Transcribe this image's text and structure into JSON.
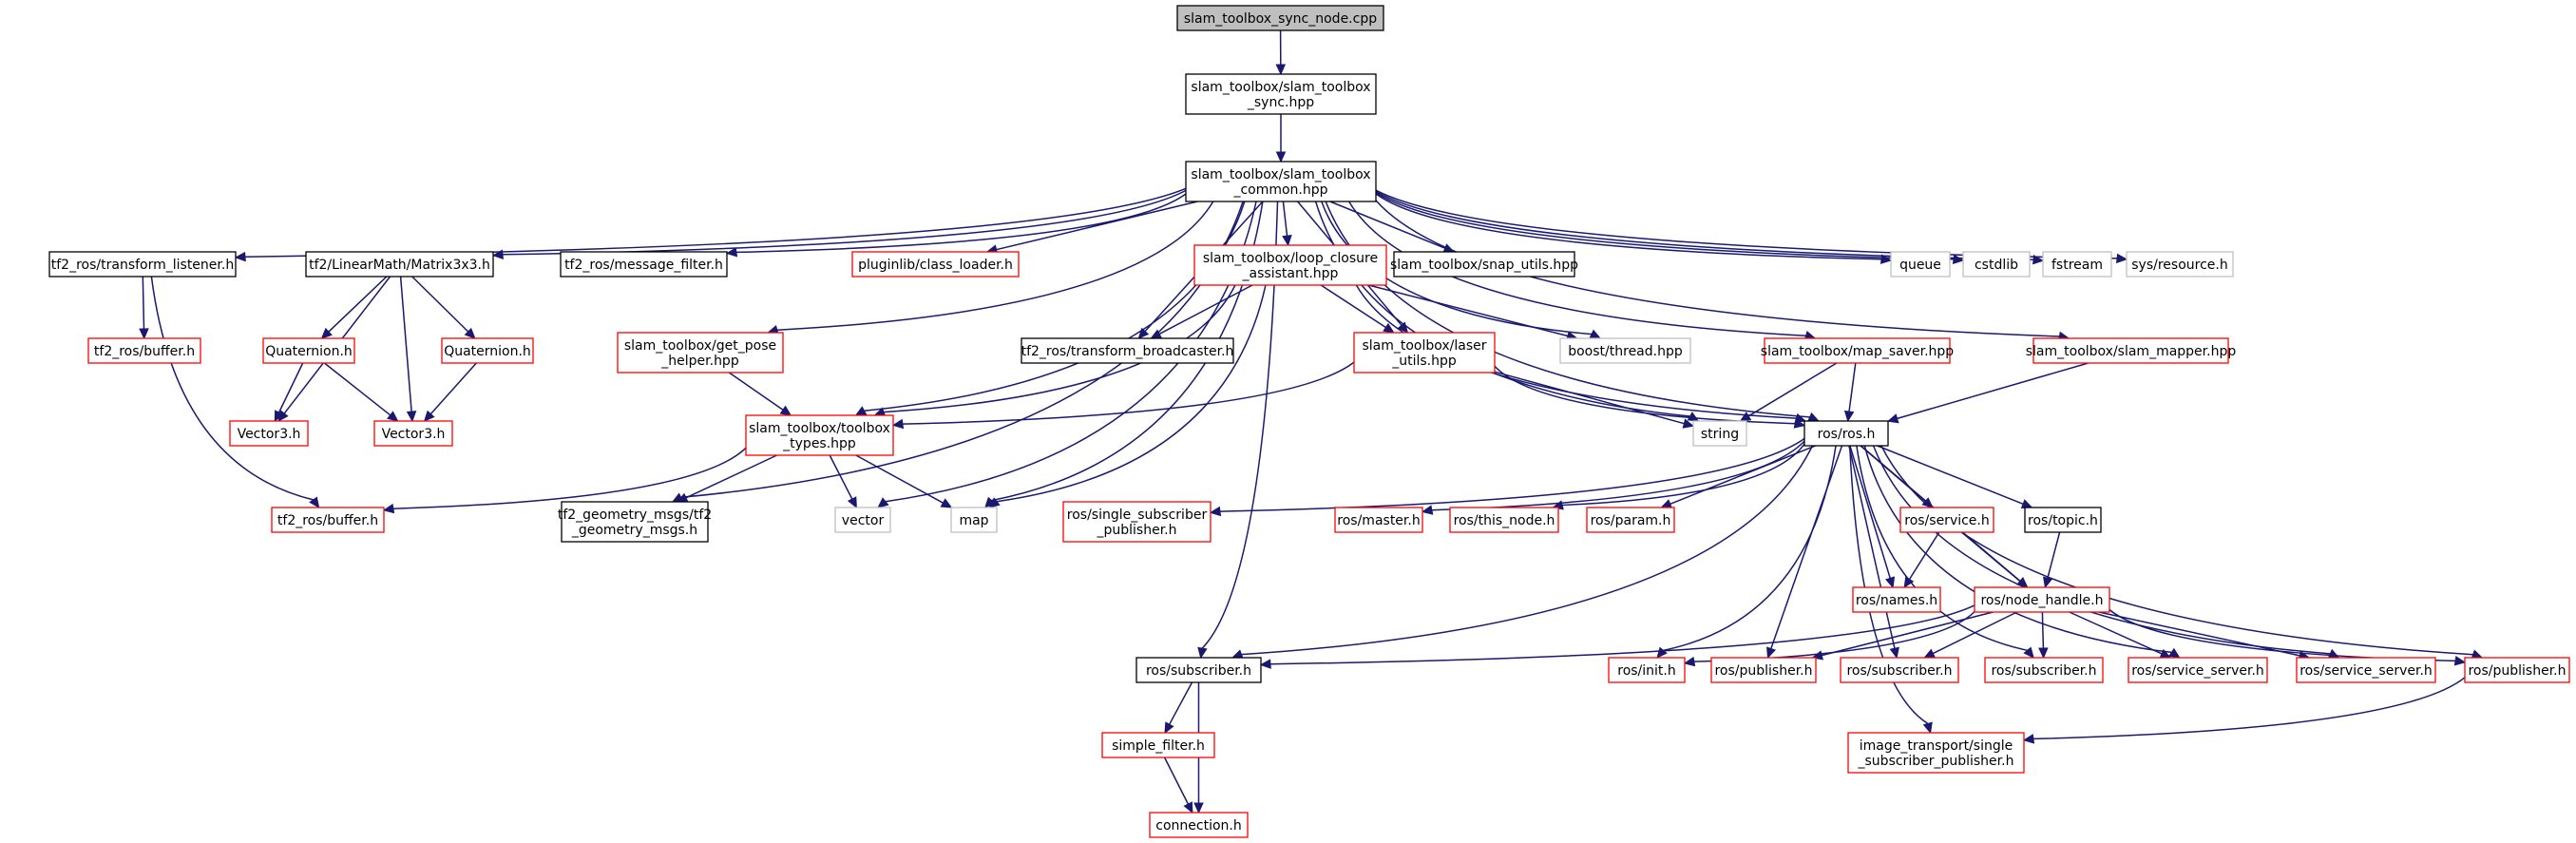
{
  "diagram": {
    "colors": {
      "edge": "#191970",
      "root_fill": "#bfbfbf",
      "border_black": "#000000",
      "border_red": "#ff0000",
      "border_gray": "#bfbfbf"
    },
    "nodes": [
      {
        "id": "root",
        "lines": [
          "slam_toolbox_sync_node.cpp"
        ],
        "style": "root"
      },
      {
        "id": "sync",
        "lines": [
          "slam_toolbox/slam_toolbox",
          "_sync.hpp"
        ],
        "style": "black"
      },
      {
        "id": "common",
        "lines": [
          "slam_toolbox/slam_toolbox",
          "_common.hpp"
        ],
        "style": "black"
      },
      {
        "id": "tf_listener",
        "lines": [
          "tf2_ros/transform_listener.h"
        ],
        "style": "black"
      },
      {
        "id": "tf_buffer_top",
        "lines": [
          "tf2_ros/buffer.h"
        ],
        "style": "red"
      },
      {
        "id": "matrix3x3",
        "lines": [
          "tf2/LinearMath/Matrix3x3.h"
        ],
        "style": "black"
      },
      {
        "id": "quat1",
        "lines": [
          "Quaternion.h"
        ],
        "style": "red"
      },
      {
        "id": "quat2",
        "lines": [
          "Quaternion.h"
        ],
        "style": "red"
      },
      {
        "id": "vec3a",
        "lines": [
          "Vector3.h"
        ],
        "style": "red"
      },
      {
        "id": "vec3b",
        "lines": [
          "Vector3.h"
        ],
        "style": "red"
      },
      {
        "id": "msg_filter",
        "lines": [
          "tf2_ros/message_filter.h"
        ],
        "style": "black"
      },
      {
        "id": "class_loader",
        "lines": [
          "pluginlib/class_loader.h"
        ],
        "style": "red"
      },
      {
        "id": "loop_closure",
        "lines": [
          "slam_toolbox/loop_closure",
          "_assistant.hpp"
        ],
        "style": "red"
      },
      {
        "id": "snap_utils",
        "lines": [
          "slam_toolbox/snap_utils.hpp"
        ],
        "style": "black"
      },
      {
        "id": "queue",
        "lines": [
          "queue"
        ],
        "style": "gray"
      },
      {
        "id": "cstdlib",
        "lines": [
          "cstdlib"
        ],
        "style": "gray"
      },
      {
        "id": "fstream",
        "lines": [
          "fstream"
        ],
        "style": "gray"
      },
      {
        "id": "sys_resource",
        "lines": [
          "sys/resource.h"
        ],
        "style": "gray"
      },
      {
        "id": "get_pose",
        "lines": [
          "slam_toolbox/get_pose",
          "_helper.hpp"
        ],
        "style": "red"
      },
      {
        "id": "tf_broadcaster",
        "lines": [
          "tf2_ros/transform_broadcaster.h"
        ],
        "style": "black"
      },
      {
        "id": "laser_utils",
        "lines": [
          "slam_toolbox/laser",
          "_utils.hpp"
        ],
        "style": "red"
      },
      {
        "id": "boost_thread",
        "lines": [
          "boost/thread.hpp"
        ],
        "style": "gray"
      },
      {
        "id": "map_saver",
        "lines": [
          "slam_toolbox/map_saver.hpp"
        ],
        "style": "red"
      },
      {
        "id": "slam_mapper",
        "lines": [
          "slam_toolbox/slam_mapper.hpp"
        ],
        "style": "red"
      },
      {
        "id": "string",
        "lines": [
          "string"
        ],
        "style": "gray"
      },
      {
        "id": "ros_h",
        "lines": [
          "ros/ros.h"
        ],
        "style": "black"
      },
      {
        "id": "toolbox_types",
        "lines": [
          "slam_toolbox/toolbox",
          "_types.hpp"
        ],
        "style": "red"
      },
      {
        "id": "tf_buffer_bottom",
        "lines": [
          "tf2_ros/buffer.h"
        ],
        "style": "red"
      },
      {
        "id": "geom_msgs",
        "lines": [
          "tf2_geometry_msgs/tf2",
          "_geometry_msgs.h"
        ],
        "style": "black"
      },
      {
        "id": "vector",
        "lines": [
          "vector"
        ],
        "style": "gray"
      },
      {
        "id": "map",
        "lines": [
          "map"
        ],
        "style": "gray"
      },
      {
        "id": "single_sub_pub",
        "lines": [
          "ros/single_subscriber",
          "_publisher.h"
        ],
        "style": "red"
      },
      {
        "id": "master",
        "lines": [
          "ros/master.h"
        ],
        "style": "red"
      },
      {
        "id": "this_node",
        "lines": [
          "ros/this_node.h"
        ],
        "style": "red"
      },
      {
        "id": "param",
        "lines": [
          "ros/param.h"
        ],
        "style": "red"
      },
      {
        "id": "service",
        "lines": [
          "ros/service.h"
        ],
        "style": "red"
      },
      {
        "id": "topic",
        "lines": [
          "ros/topic.h"
        ],
        "style": "black"
      },
      {
        "id": "names",
        "lines": [
          "ros/names.h"
        ],
        "style": "red"
      },
      {
        "id": "node_handle",
        "lines": [
          "ros/node_handle.h"
        ],
        "style": "red"
      },
      {
        "id": "subscriber_main",
        "lines": [
          "ros/subscriber.h"
        ],
        "style": "black"
      },
      {
        "id": "init",
        "lines": [
          "ros/init.h"
        ],
        "style": "red"
      },
      {
        "id": "publisher1",
        "lines": [
          "ros/publisher.h"
        ],
        "style": "red"
      },
      {
        "id": "subscriber1",
        "lines": [
          "ros/subscriber.h"
        ],
        "style": "red"
      },
      {
        "id": "subscriber2",
        "lines": [
          "ros/subscriber.h"
        ],
        "style": "red"
      },
      {
        "id": "service_server1",
        "lines": [
          "ros/service_server.h"
        ],
        "style": "red"
      },
      {
        "id": "service_server2",
        "lines": [
          "ros/service_server.h"
        ],
        "style": "red"
      },
      {
        "id": "publisher2",
        "lines": [
          "ros/publisher.h"
        ],
        "style": "red"
      },
      {
        "id": "image_transport",
        "lines": [
          "image_transport/single",
          "_subscriber_publisher.h"
        ],
        "style": "red"
      },
      {
        "id": "simple_filter",
        "lines": [
          "simple_filter.h"
        ],
        "style": "red"
      },
      {
        "id": "connection",
        "lines": [
          "connection.h"
        ],
        "style": "red"
      }
    ],
    "edges": [
      [
        "root",
        "sync"
      ],
      [
        "sync",
        "common"
      ],
      [
        "common",
        "tf_listener"
      ],
      [
        "common",
        "matrix3x3"
      ],
      [
        "common",
        "msg_filter"
      ],
      [
        "common",
        "class_loader"
      ],
      [
        "common",
        "loop_closure"
      ],
      [
        "common",
        "snap_utils"
      ],
      [
        "common",
        "queue"
      ],
      [
        "common",
        "cstdlib"
      ],
      [
        "common",
        "fstream"
      ],
      [
        "common",
        "sys_resource"
      ],
      [
        "common",
        "get_pose"
      ],
      [
        "common",
        "tf_broadcaster"
      ],
      [
        "common",
        "laser_utils"
      ],
      [
        "common",
        "boost_thread"
      ],
      [
        "common",
        "map_saver"
      ],
      [
        "common",
        "slam_mapper"
      ],
      [
        "common",
        "string"
      ],
      [
        "common",
        "ros_h"
      ],
      [
        "common",
        "toolbox_types"
      ],
      [
        "common",
        "geom_msgs"
      ],
      [
        "common",
        "vector"
      ],
      [
        "common",
        "map"
      ],
      [
        "common",
        "subscriber_main"
      ],
      [
        "tf_listener",
        "tf_buffer_top"
      ],
      [
        "tf_listener",
        "tf_buffer_bottom"
      ],
      [
        "matrix3x3",
        "quat1"
      ],
      [
        "matrix3x3",
        "quat2"
      ],
      [
        "matrix3x3",
        "vec3a"
      ],
      [
        "matrix3x3",
        "vec3b"
      ],
      [
        "quat1",
        "vec3a"
      ],
      [
        "quat1",
        "vec3b"
      ],
      [
        "quat2",
        "vec3b"
      ],
      [
        "loop_closure",
        "tf_broadcaster"
      ],
      [
        "loop_closure",
        "laser_utils"
      ],
      [
        "loop_closure",
        "boost_thread"
      ],
      [
        "loop_closure",
        "toolbox_types"
      ],
      [
        "loop_closure",
        "map"
      ],
      [
        "loop_closure",
        "ros_h"
      ],
      [
        "get_pose",
        "toolbox_types"
      ],
      [
        "laser_utils",
        "toolbox_types"
      ],
      [
        "laser_utils",
        "string"
      ],
      [
        "laser_utils",
        "ros_h"
      ],
      [
        "map_saver",
        "string"
      ],
      [
        "map_saver",
        "ros_h"
      ],
      [
        "slam_mapper",
        "ros_h"
      ],
      [
        "toolbox_types",
        "tf_buffer_bottom"
      ],
      [
        "toolbox_types",
        "geom_msgs"
      ],
      [
        "toolbox_types",
        "vector"
      ],
      [
        "toolbox_types",
        "map"
      ],
      [
        "ros_h",
        "single_sub_pub"
      ],
      [
        "ros_h",
        "master"
      ],
      [
        "ros_h",
        "this_node"
      ],
      [
        "ros_h",
        "param"
      ],
      [
        "ros_h",
        "service"
      ],
      [
        "ros_h",
        "topic"
      ],
      [
        "ros_h",
        "names"
      ],
      [
        "ros_h",
        "node_handle"
      ],
      [
        "ros_h",
        "subscriber_main"
      ],
      [
        "ros_h",
        "init"
      ],
      [
        "ros_h",
        "publisher1"
      ],
      [
        "ros_h",
        "subscriber1"
      ],
      [
        "ros_h",
        "subscriber2"
      ],
      [
        "ros_h",
        "service_server1"
      ],
      [
        "ros_h",
        "service_server2"
      ],
      [
        "ros_h",
        "publisher2"
      ],
      [
        "ros_h",
        "image_transport"
      ],
      [
        "service",
        "names"
      ],
      [
        "service",
        "node_handle"
      ],
      [
        "topic",
        "node_handle"
      ],
      [
        "node_handle",
        "subscriber_main"
      ],
      [
        "node_handle",
        "init"
      ],
      [
        "node_handle",
        "publisher1"
      ],
      [
        "node_handle",
        "subscriber1"
      ],
      [
        "node_handle",
        "subscriber2"
      ],
      [
        "node_handle",
        "service_server1"
      ],
      [
        "node_handle",
        "service_server2"
      ],
      [
        "node_handle",
        "publisher2"
      ],
      [
        "publisher2",
        "image_transport"
      ],
      [
        "subscriber_main",
        "simple_filter"
      ],
      [
        "subscriber_main",
        "connection"
      ],
      [
        "simple_filter",
        "connection"
      ]
    ]
  }
}
